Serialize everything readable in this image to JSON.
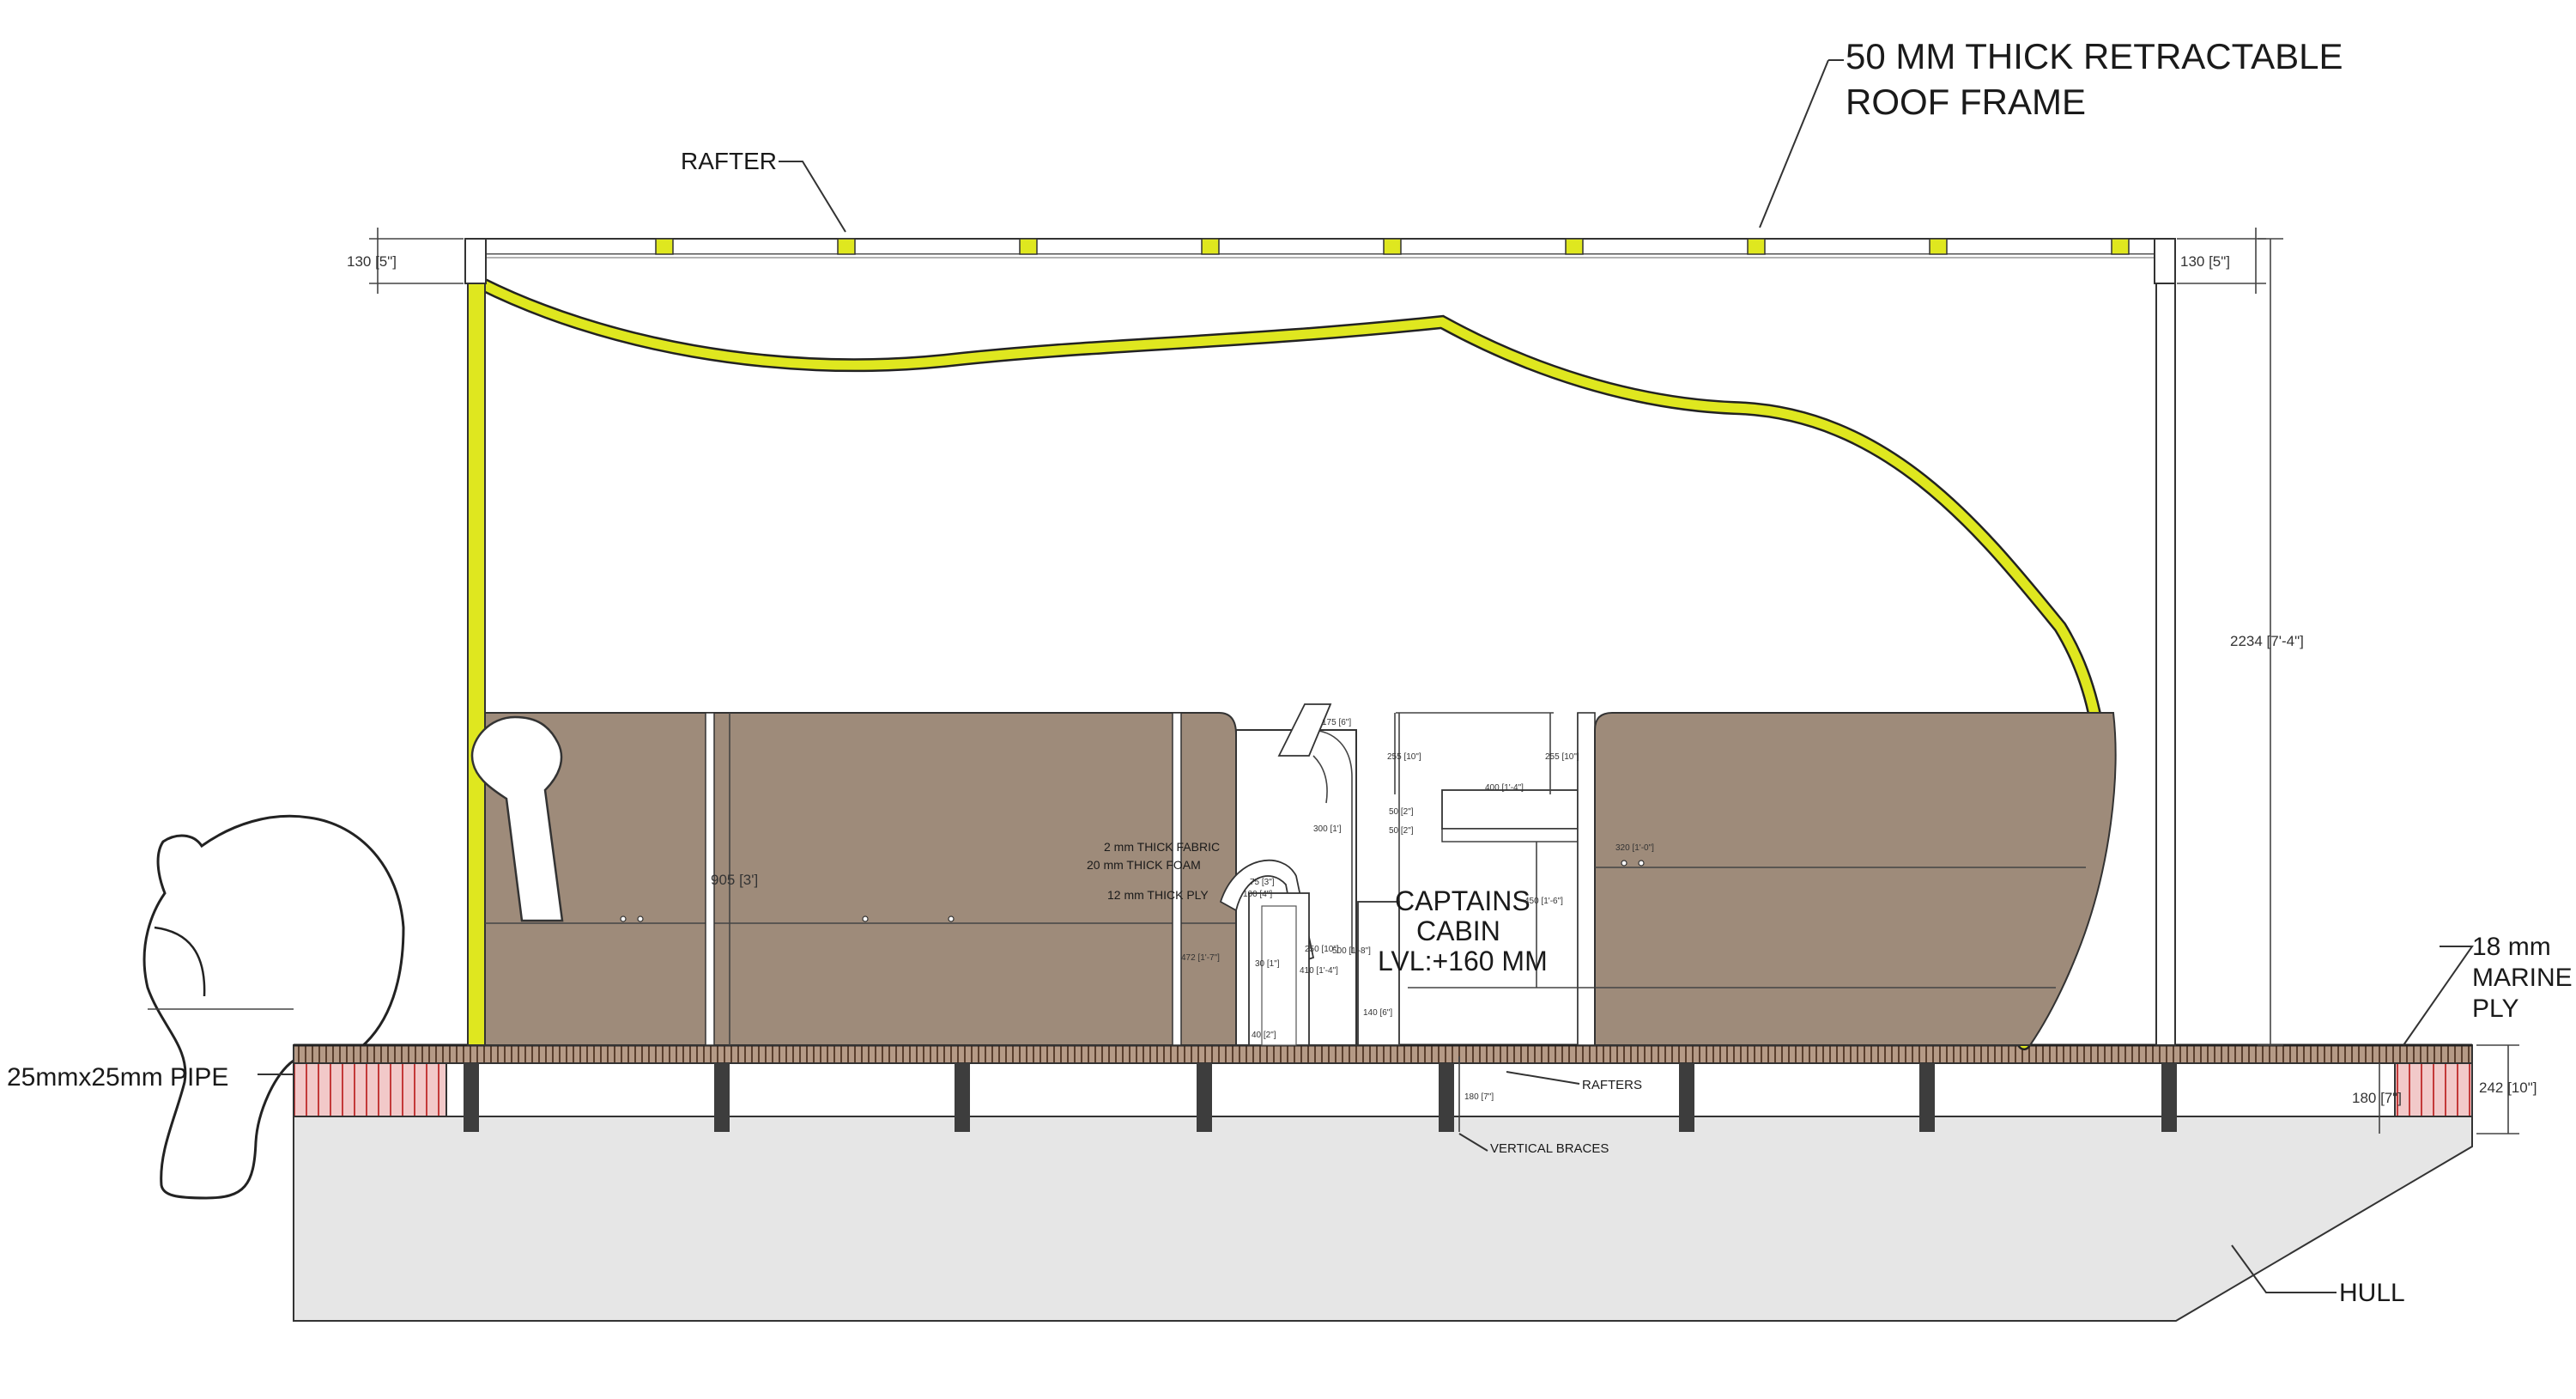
{
  "labels": {
    "roof_frame_l1": "50 MM THICK RETRACTABLE",
    "roof_frame_l2": "ROOF FRAME",
    "rafter": "RAFTER",
    "captains_l1": "CAPTAINS",
    "captains_l2": "CABIN",
    "captains_l3": "LVL:+160 MM",
    "marine_l1": "18 mm",
    "marine_l2": "MARINE",
    "marine_l3": "PLY",
    "pipe": "25mmx25mm PIPE",
    "hull": "HULL",
    "rafters": "RAFTERS",
    "vertical_braces": "VERTICAL BRACES",
    "fabric": "2 mm THICK FABRIC",
    "foam": "20 mm THICK FOAM",
    "ply": "12 mm THICK PLY"
  },
  "dims": {
    "roof_left": "130 [5\"]",
    "roof_right": "130 [5\"]",
    "height": "2234 [7'-4\"]",
    "seat_back": "905 [3']",
    "deck_total": "242 [10\"]",
    "deck_inner": "180 [7\"]",
    "d175": "175 [6\"]",
    "d255a": "255 [10\"]",
    "d255b": "255 [10\"]",
    "d400": "400 [1'-4\"]",
    "d50a": "50 [2\"]",
    "d50b": "50 [2\"]",
    "d300": "300 [1']",
    "d450": "450 [1'-6\"]",
    "d140": "140 [6\"]",
    "d180b": "180 [7\"]",
    "d320": "320 [1'-0\"]",
    "d75": "75 [3\"]",
    "d100": "100 [4\"]",
    "d410": "410 [1'-4\"]",
    "d472": "472 [1'-7\"]",
    "d500": "500 [1'-8\"]",
    "d30": "30 [1\"]",
    "d40": "40 [2\"]",
    "d250": "250 [10\"]"
  },
  "colors": {
    "roof_yellow": "#dfe71f",
    "seat_brown": "#9e8b7a",
    "hull_gray": "#e6e6e6",
    "deck_brown": "#7a5c48",
    "brace_dark": "#3d3d3d",
    "pipe_pink": "#f2c9c9",
    "pipe_red": "#c43a3a"
  }
}
